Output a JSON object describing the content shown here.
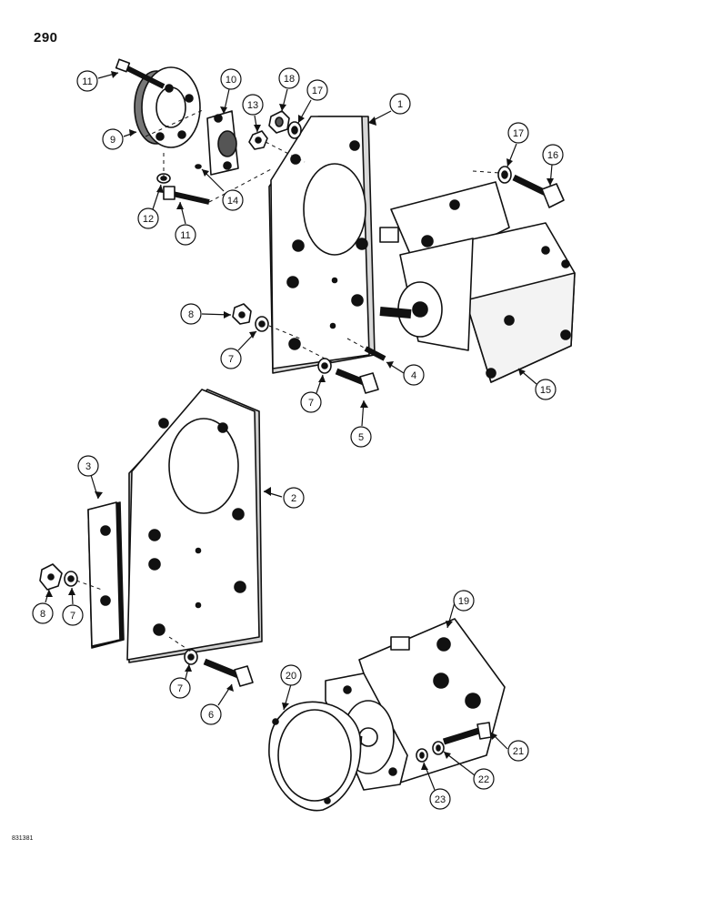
{
  "page_number": "290",
  "reference_code": "831381",
  "callouts": [
    "1",
    "2",
    "3",
    "4",
    "5",
    "6",
    "7",
    "8",
    "9",
    "10",
    "11",
    "12",
    "13",
    "14",
    "15",
    "16",
    "17",
    "18",
    "19",
    "20",
    "21",
    "22",
    "23"
  ]
}
